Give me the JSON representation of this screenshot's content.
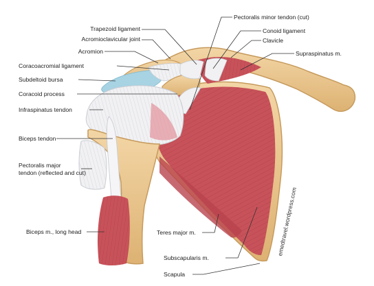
{
  "labels": {
    "trapezoid_ligament": "Trapezoid ligament",
    "acromioclavicular_joint": "Acromioclavicular joint",
    "acromion": "Acromion",
    "coracoacromial_ligament": "Coracoacromial ligament",
    "subdeltoid_bursa": "Subdeltoid bursa",
    "coracoid_process": "Coracoid process",
    "infraspinatus_tendon": "Infraspinatus tendon",
    "biceps_tendon": "Biceps tendon",
    "pectoralis_major_line1": "Pectoralis major",
    "pectoralis_major_line2": "tendon (reflected and cut)",
    "biceps_long_head": "Biceps m., long head",
    "pectoralis_minor_tendon": "Pectoralis minor tendon (cut)",
    "conoid_ligament": "Conoid ligament",
    "clavicle": "Clavicle",
    "supraspinatus": "Supraspinatus m.",
    "teres_major": "Teres major m.",
    "subscapularis": "Subscapularis m.",
    "scapula": "Scapula"
  },
  "watermark": "emedtravel.wordpress.com",
  "colors": {
    "bone": "#e9c58e",
    "bone_edge": "#c69a5c",
    "muscle": "#c8525a",
    "muscle_light": "#e3929a",
    "tendon": "#f1f1f3",
    "bursa": "#a7d3e3",
    "leader": "#333333"
  }
}
